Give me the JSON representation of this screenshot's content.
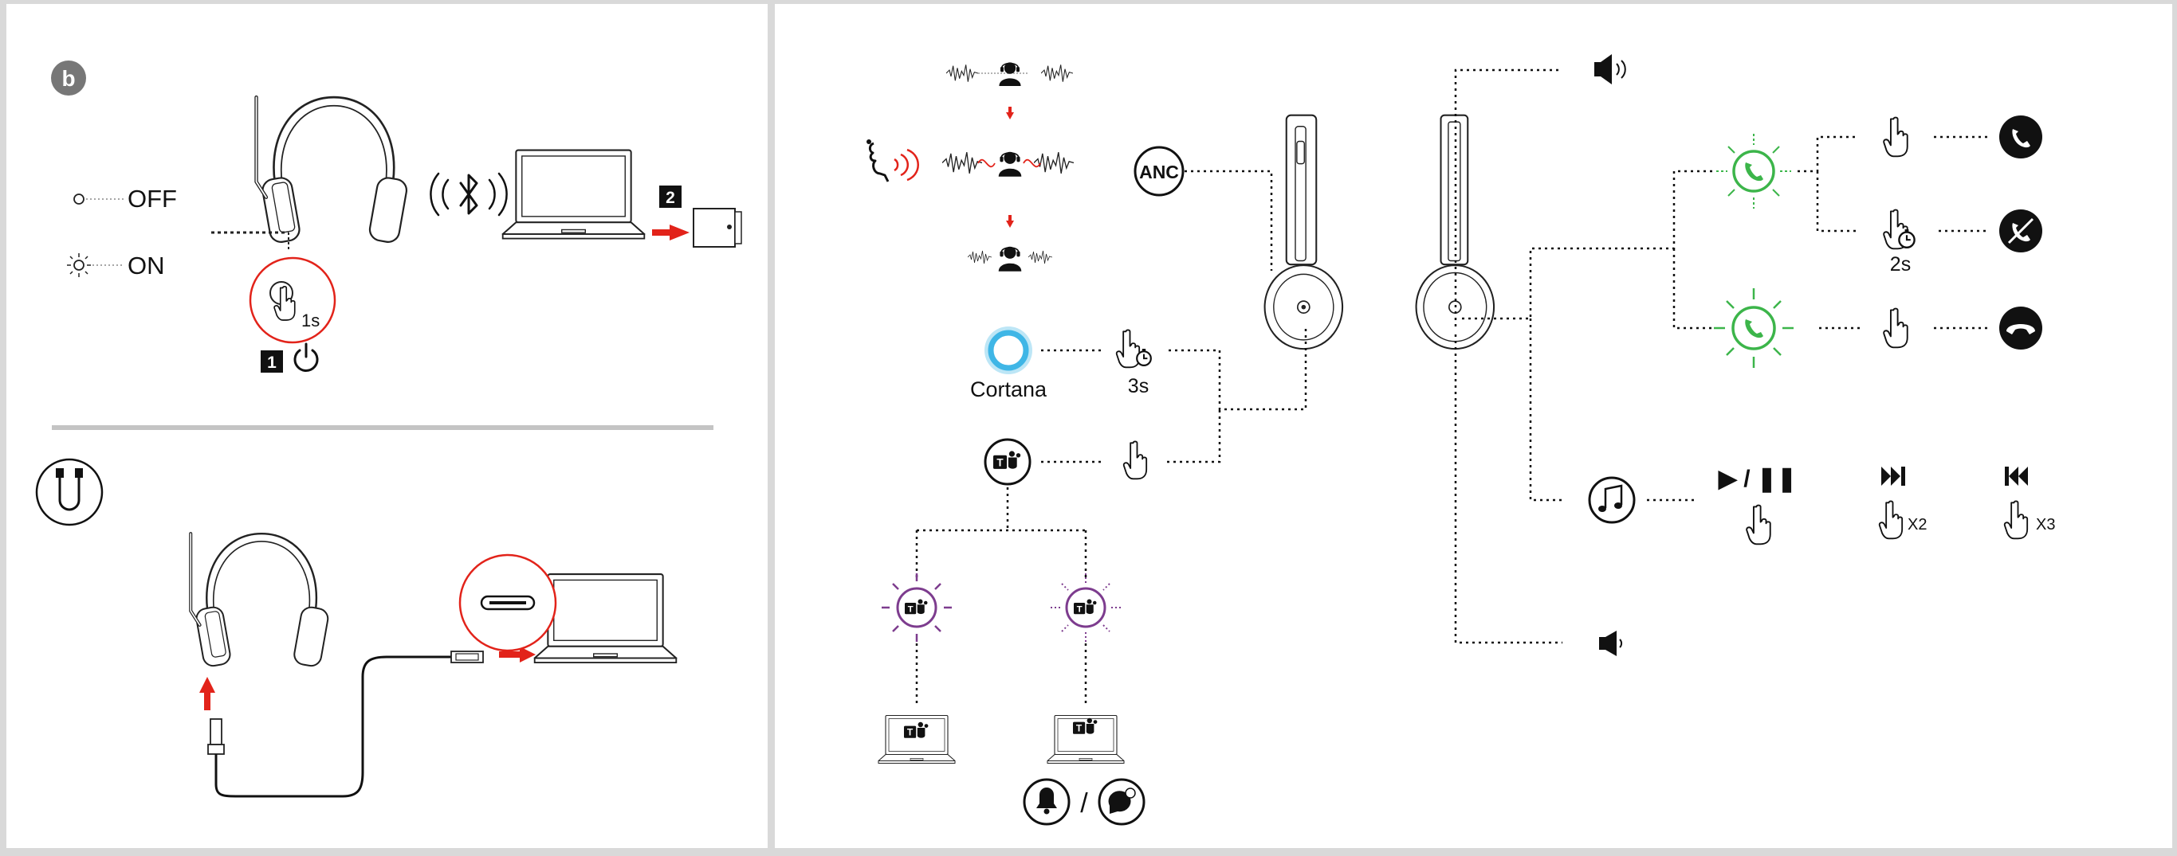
{
  "left_panel": {
    "badge": "b",
    "off_label": "OFF",
    "on_label": "ON",
    "press_1s": "1s",
    "step1": "1",
    "step2": "2"
  },
  "right_panel": {
    "anc": "ANC",
    "cortana": "Cortana",
    "hold_3s": "3s",
    "hold_2s": "2s",
    "slash": "/",
    "play_pause": "▶ / ❚❚",
    "x2": "X2",
    "x3": "X3"
  },
  "colors": {
    "red": "#e2231a",
    "green": "#3cb54a",
    "purple": "#7d3c8e",
    "cyan": "#3fb6e6"
  }
}
